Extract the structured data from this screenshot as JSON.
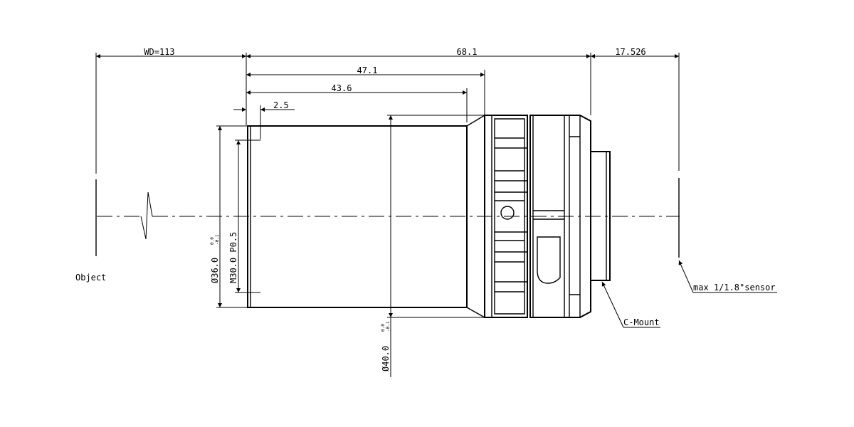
{
  "dimensions": {
    "working_distance": "WD=113",
    "overall_length": "68.1",
    "back_focus": "17.526",
    "body_length_1": "47.1",
    "body_length_2": "43.6",
    "step": "2.5",
    "front_diameter": "Ø36.0",
    "front_tolerance_upper": "0.0",
    "front_tolerance_lower": "-0.1",
    "filter_thread": "M30.0 P0.5",
    "body_diameter": "Ø40.0",
    "body_tolerance_upper": "0.0",
    "body_tolerance_lower": "-0.1"
  },
  "labels": {
    "object": "Object",
    "sensor": "max 1/1.8\"sensor",
    "mount": "C-Mount"
  }
}
